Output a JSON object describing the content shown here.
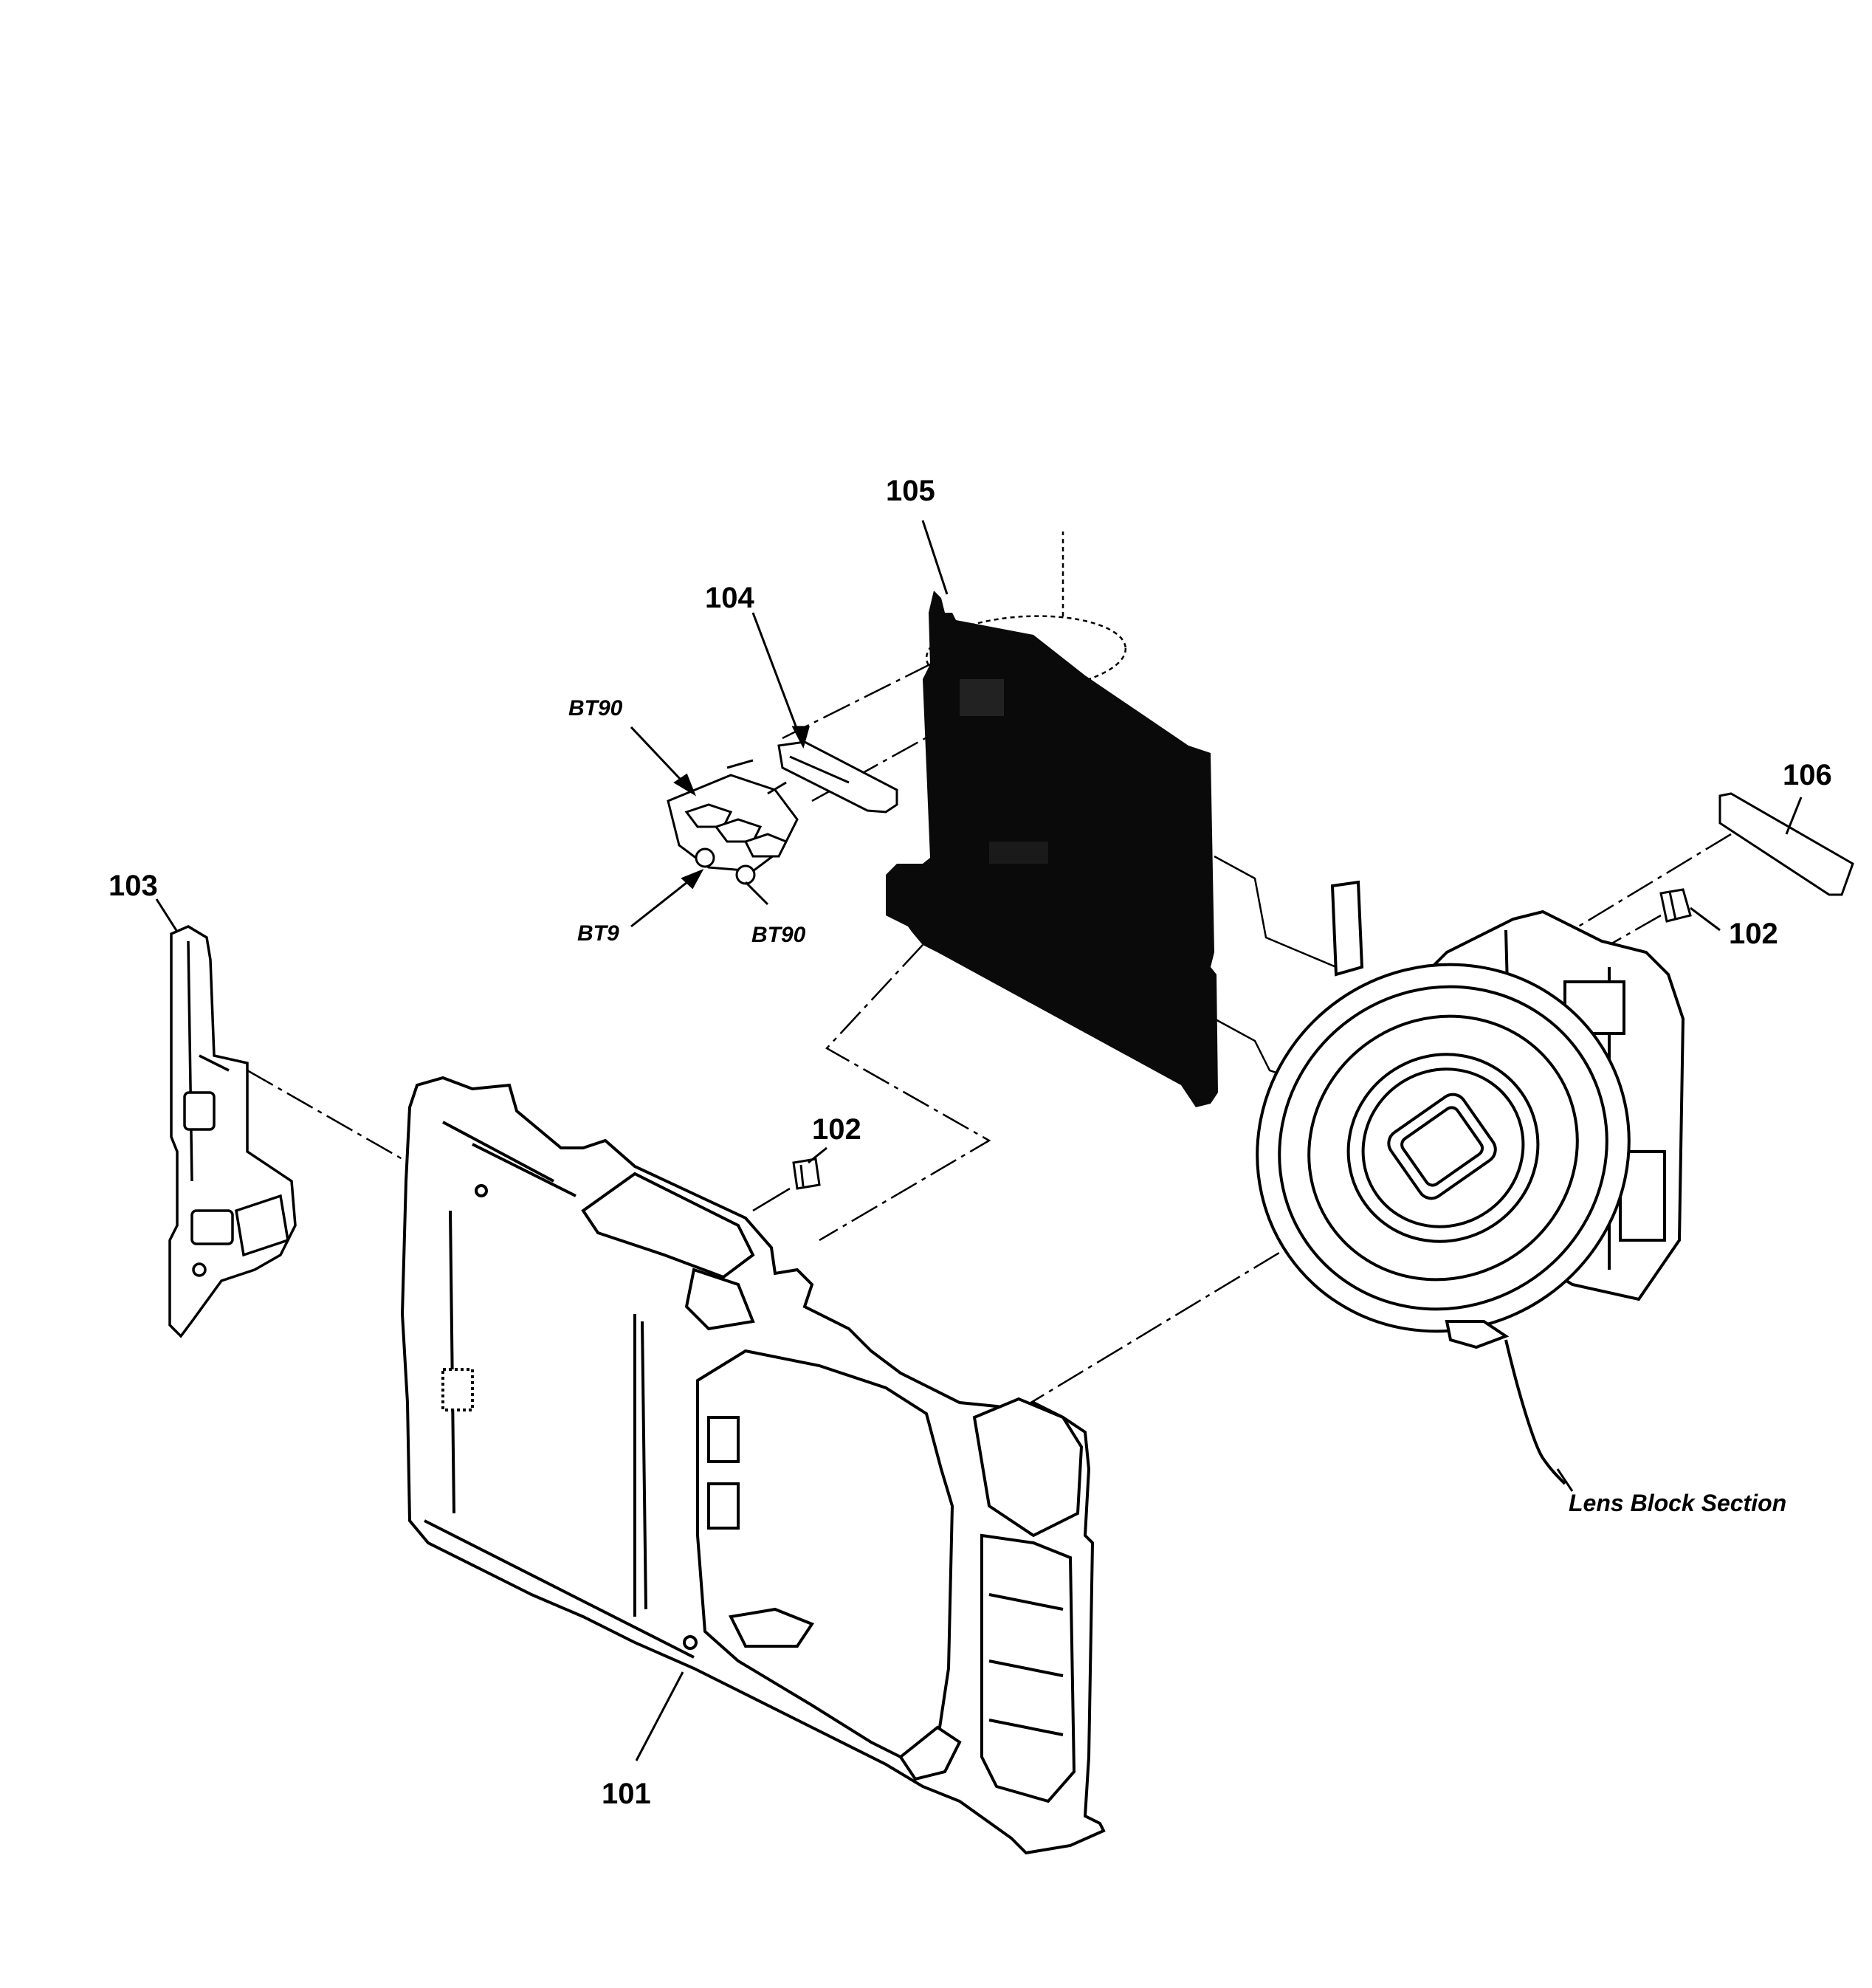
{
  "parts": {
    "p101": "101",
    "p102a": "102",
    "p102b": "102",
    "p103": "103",
    "p104": "104",
    "p105": "105",
    "p106": "106"
  },
  "refs": {
    "bt90_top": "BT90",
    "bt90_left": "BT9",
    "bt90_right": "BT90"
  },
  "sections": {
    "lens_block": "Lens Block Section"
  }
}
